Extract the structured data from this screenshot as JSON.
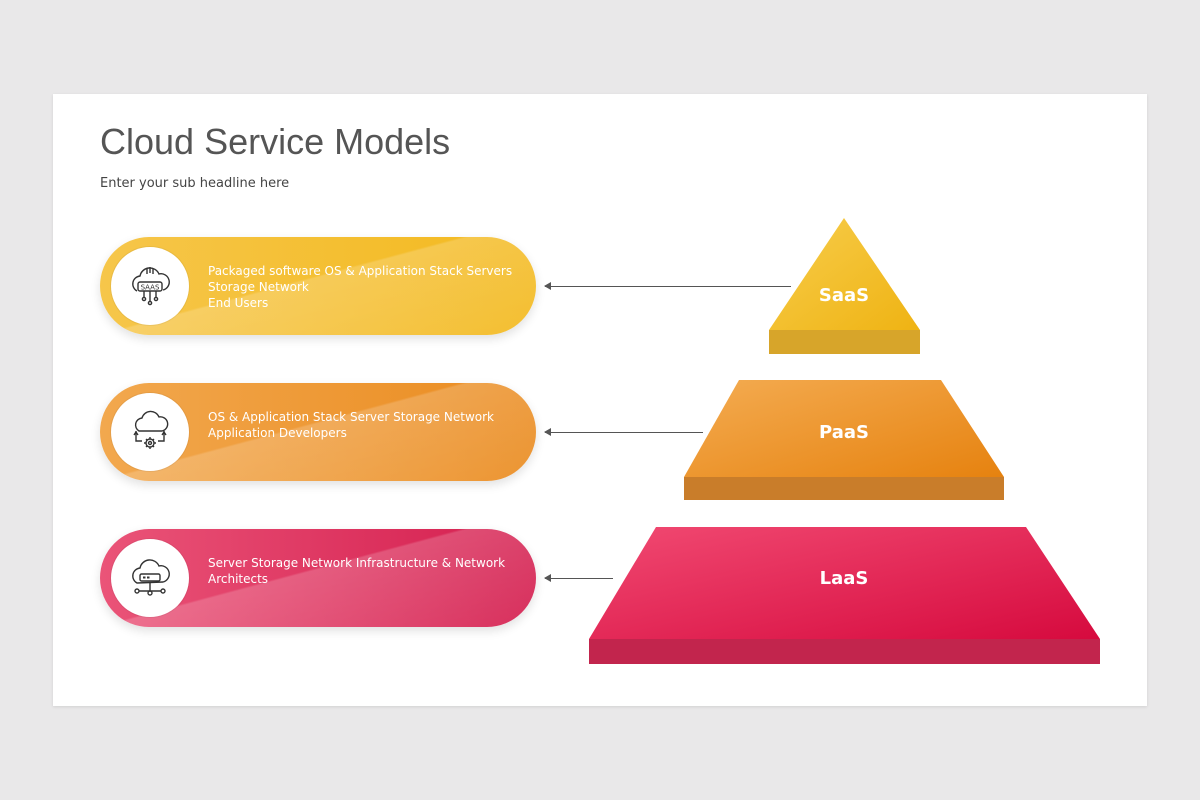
{
  "slide": {
    "title": "Cloud Service Models",
    "subtitle": "Enter your sub headline here"
  },
  "models": [
    {
      "tier": "SaaS",
      "icon": "cloud-saas-icon",
      "lines": [
        "Packaged software OS & Application Stack Servers",
        "Storage Network",
        "End Users"
      ],
      "color": "#f3b91e"
    },
    {
      "tier": "PaaS",
      "icon": "cloud-gear-icon",
      "lines": [
        "OS & Application Stack Server Storage Network",
        "Application Developers"
      ],
      "color": "#ea8b1f"
    },
    {
      "tier": "LaaS",
      "icon": "cloud-server-icon",
      "lines": [
        "Server Storage Network Infrastructure & Network",
        "Architects"
      ],
      "color": "#d41d4e"
    }
  ]
}
